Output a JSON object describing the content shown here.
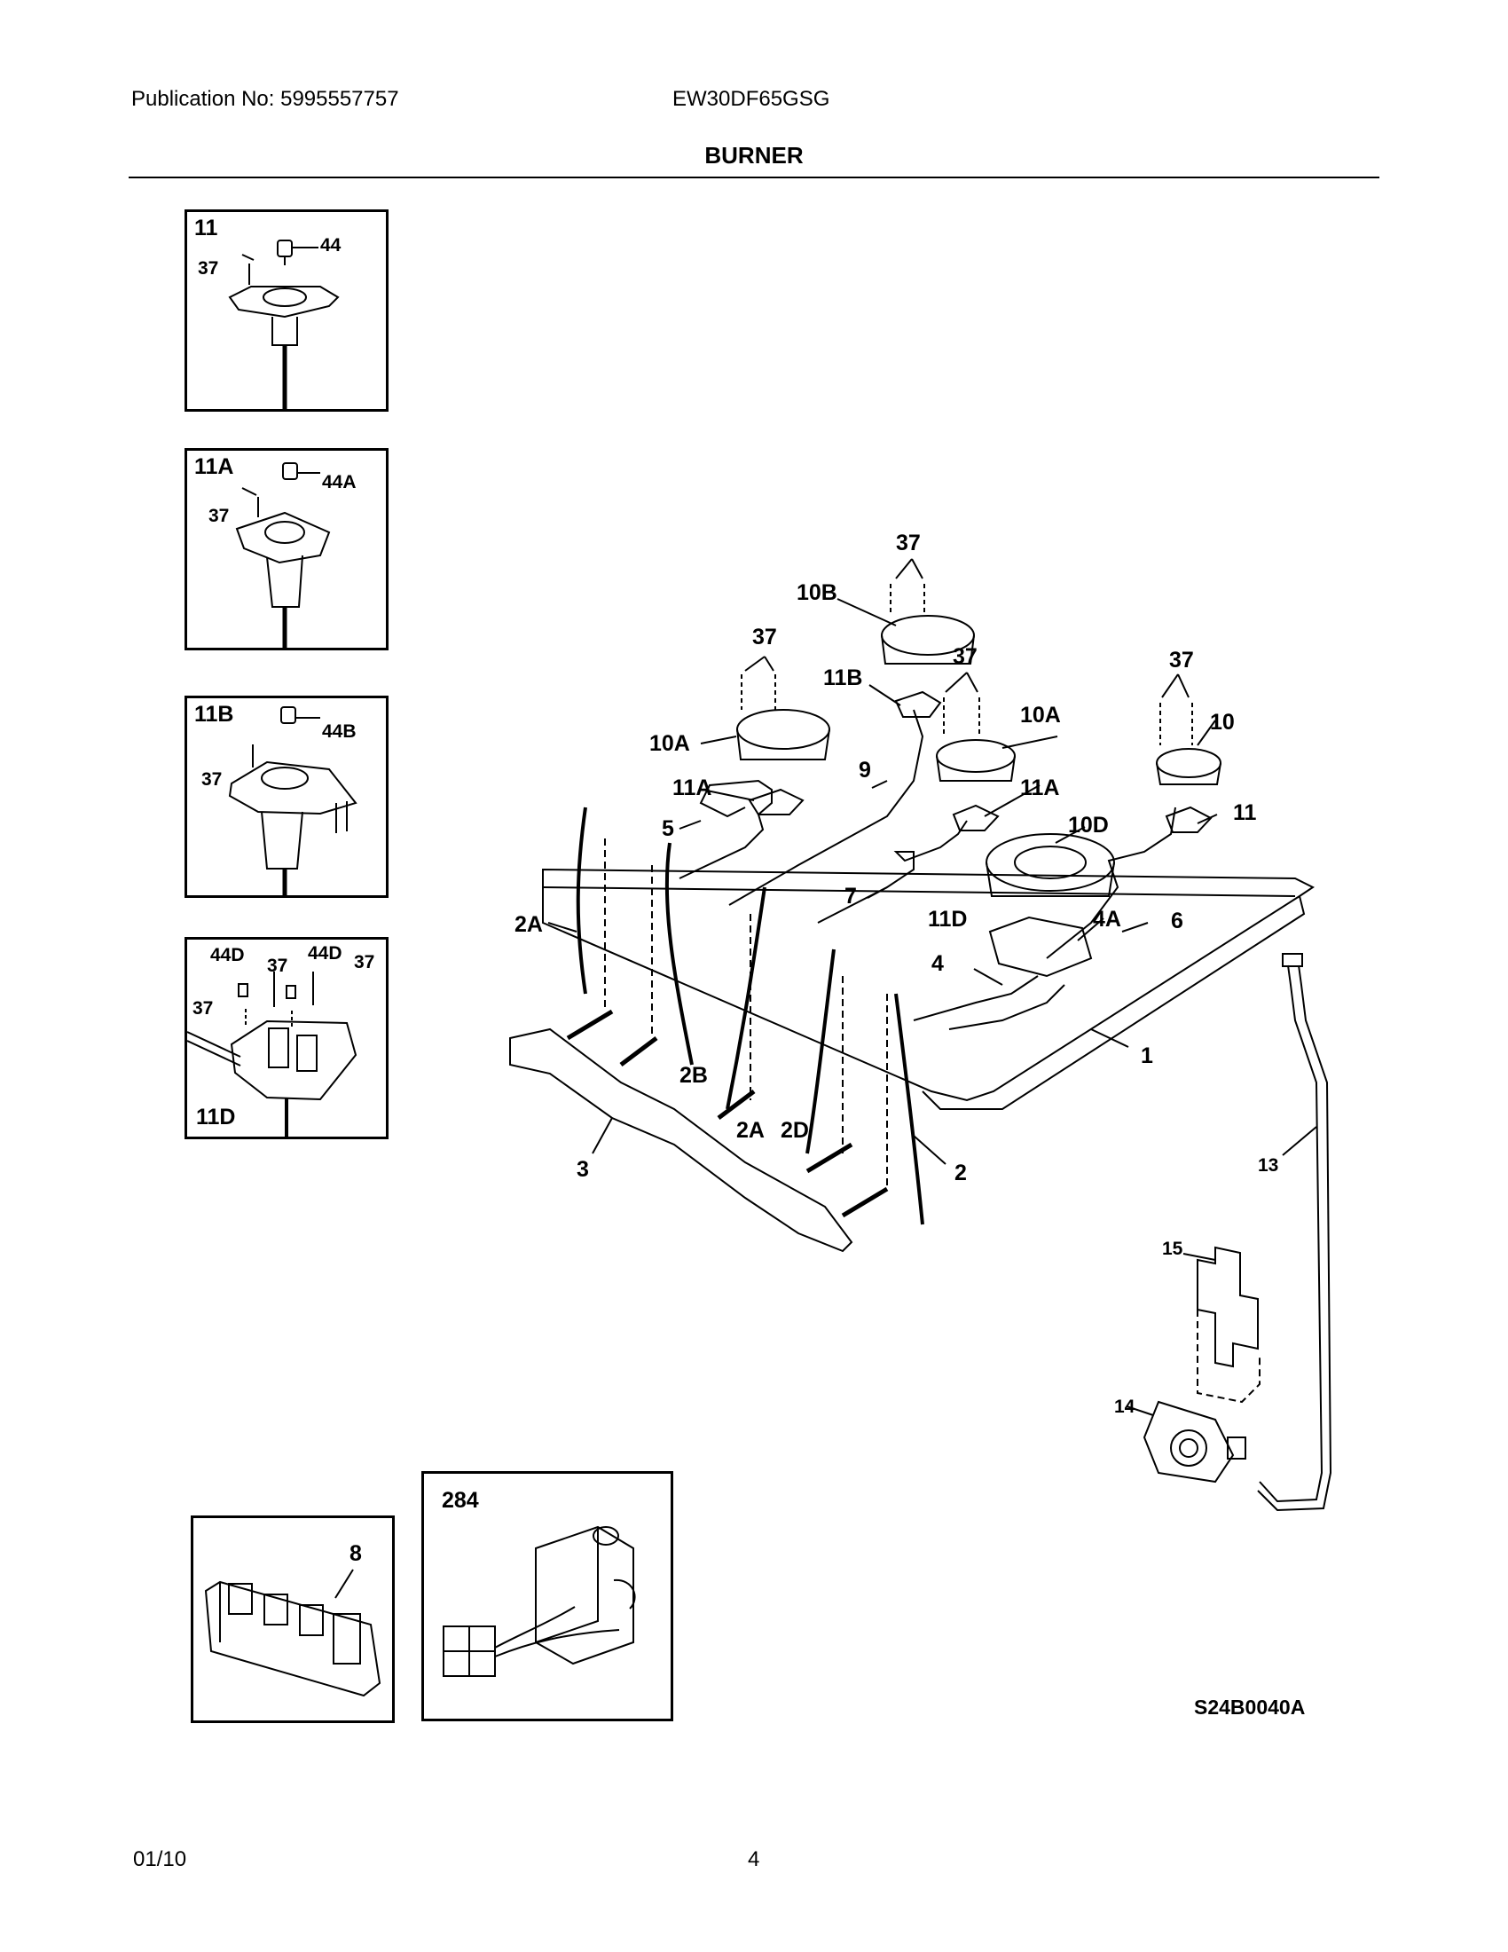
{
  "header": {
    "publication": "Publication No: 5995557757",
    "model": "EW30DF65GSG",
    "title": "BURNER"
  },
  "inset_11": {
    "title": "11",
    "labels": [
      "44",
      "37"
    ]
  },
  "inset_11a": {
    "title": "11A",
    "labels": [
      "44A",
      "37"
    ]
  },
  "inset_11b": {
    "title": "11B",
    "labels": [
      "44B",
      "37"
    ]
  },
  "inset_11d": {
    "title": "11D",
    "labels": [
      "44D",
      "37",
      "44D",
      "37",
      "37"
    ]
  },
  "inset_8": {
    "title": "8"
  },
  "inset_284": {
    "title": "284"
  },
  "callouts": {
    "c37a": "37",
    "c37b": "37",
    "c37c": "37",
    "c37d": "37",
    "c10b": "10B",
    "c11b": "11B",
    "c10a_left": "10A",
    "c10a_right": "10A",
    "c11a_left": "11A",
    "c11a_right": "11A",
    "c10": "10",
    "c11": "11",
    "c9": "9",
    "c5": "5",
    "c10d": "10D",
    "c7": "7",
    "c11d": "11D",
    "c4a": "4A",
    "c6": "6",
    "c2a_left": "2A",
    "c4": "4",
    "c1": "1",
    "c2b": "2B",
    "c2a_mid": "2A",
    "c2d": "2D",
    "c2": "2",
    "c3": "3",
    "c13": "13",
    "c15": "15",
    "c14": "14"
  },
  "footer": {
    "date": "01/10",
    "page": "4",
    "diagram_code": "S24B0040A"
  }
}
